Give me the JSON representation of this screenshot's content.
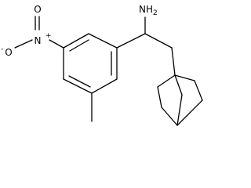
{
  "molecule": {
    "labels": {
      "amine": "NH",
      "amine_sub": "2",
      "nitro_n": "N",
      "nitro_charge": "+",
      "nitro_o_top": "O",
      "nitro_o_side": "O",
      "nitro_o_charge": "-"
    }
  }
}
